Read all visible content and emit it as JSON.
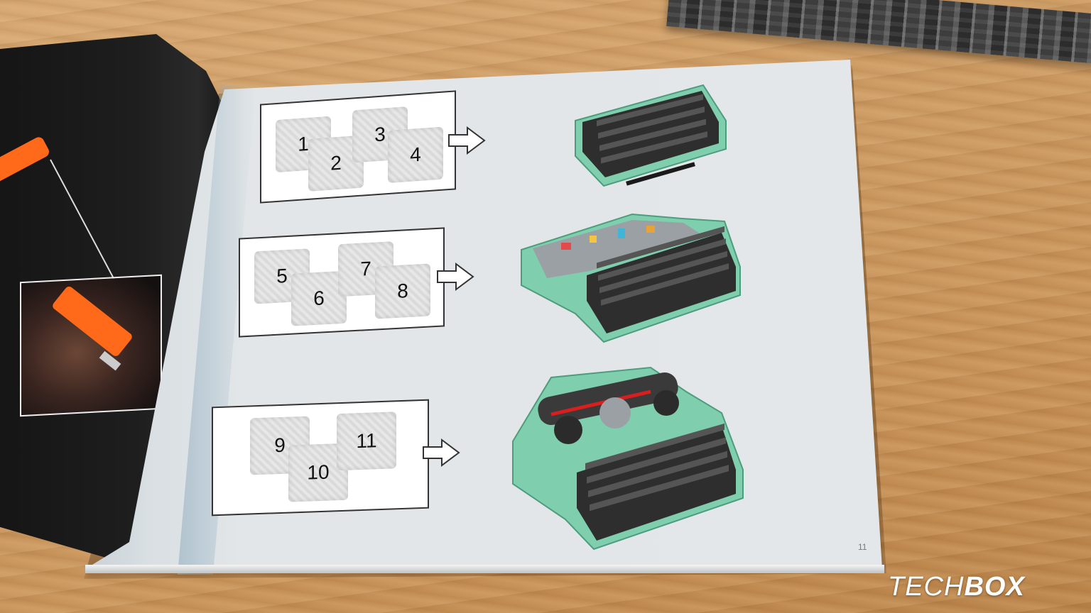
{
  "scene": {
    "description_colors": {
      "wood": "#c9975f",
      "page": "#e4e7e9",
      "typewriter_green": "#7fcfae",
      "keys": "#3a3a3a",
      "cutter_orange": "#ff6a1a"
    }
  },
  "steps": [
    {
      "bags": [
        "1",
        "2",
        "3",
        "4"
      ]
    },
    {
      "bags": [
        "5",
        "6",
        "7",
        "8"
      ]
    },
    {
      "bags": [
        "9",
        "10",
        "11"
      ]
    }
  ],
  "page_number": "11",
  "watermark": {
    "part1": "TECH",
    "part2": "BOX"
  }
}
